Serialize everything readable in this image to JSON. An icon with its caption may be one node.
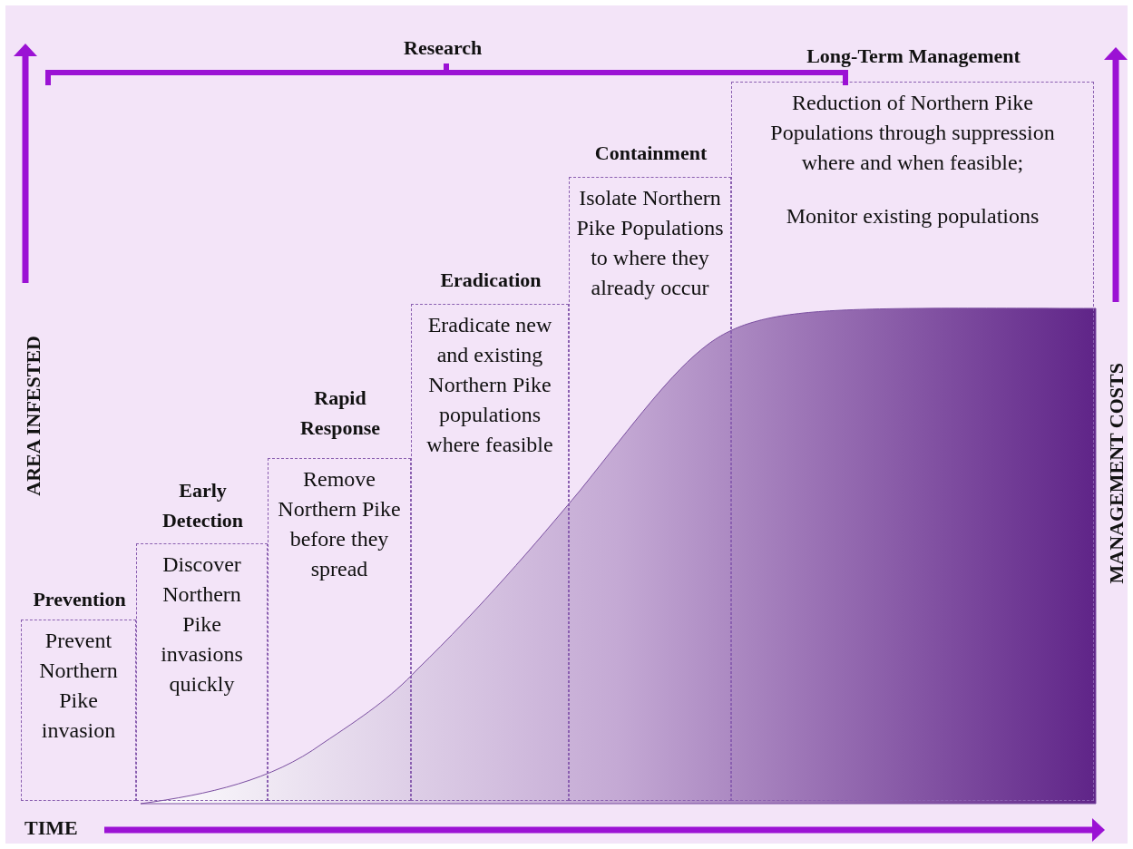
{
  "diagram": {
    "nodes": [
      {
        "text": [
          "Prevention",
          "Prevent Northern Pike invasion"
        ]
      },
      {
        "text": [
          "Early Detection",
          "Discover Northern Pike invasions quickly"
        ]
      },
      {
        "text": [
          "Rapid Response",
          "Remove Northern Pike before they spread"
        ]
      },
      {
        "text": [
          "Eradication",
          "Eradicate new and existing Northern Pike populations where feasible"
        ]
      },
      {
        "text": [
          "Containment",
          "Isolate Northern Pike Populations to where they already occur"
        ]
      },
      {
        "text": [
          "Long-Term Management",
          "Reduction of Northern Pike Populations through suppression where and when feasible;",
          "Monitor existing populations"
        ]
      }
    ],
    "edges": [],
    "labels": [
      "Research",
      "AREA INFESTED",
      "MANAGEMENT COSTS",
      "TIME"
    ]
  }
}
